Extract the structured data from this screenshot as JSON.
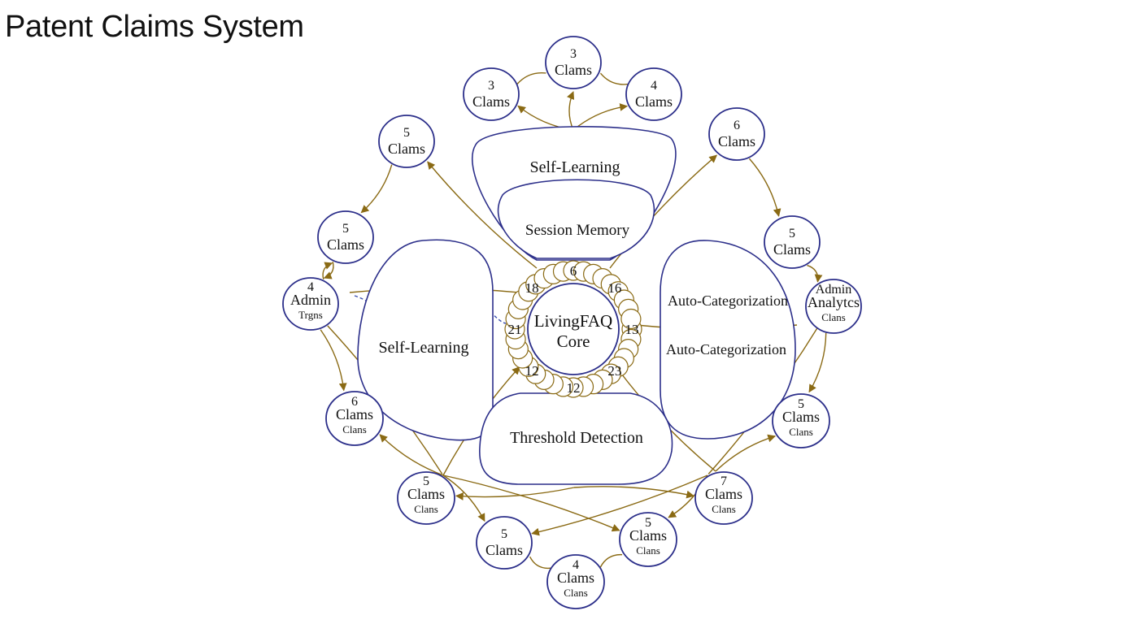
{
  "title": "Patent Claims System",
  "colors": {
    "node_stroke": "#2c2f8a",
    "arrow": "#8a6a14",
    "dashed": "#3a4fb0",
    "text": "#111111"
  },
  "core": {
    "line1": "LivingFAQ",
    "line2": "Core"
  },
  "core_ring": [
    "6",
    "16",
    "13",
    "23",
    "12",
    "12",
    "21",
    "18"
  ],
  "regions": {
    "self_learning_top": "Self-Learning",
    "session_memory": "Session Memory",
    "self_learning_left": "Self-Learning",
    "auto_cat_1": "Auto-Categorization",
    "auto_cat_2": "Auto-Categorization",
    "threshold": "Threshold Detection"
  },
  "claims": [
    {
      "id": "top",
      "lines": [
        "3",
        "Clams"
      ]
    },
    {
      "id": "top-left",
      "lines": [
        "3",
        "Clams"
      ]
    },
    {
      "id": "top-right",
      "lines": [
        "4",
        "Clams"
      ]
    },
    {
      "id": "upper-left",
      "lines": [
        "5",
        "Clams"
      ]
    },
    {
      "id": "left-mid",
      "lines": [
        "5",
        "Clams"
      ]
    },
    {
      "id": "admin-left",
      "lines": [
        "4",
        "Admin",
        "Trgns"
      ]
    },
    {
      "id": "lower-left",
      "lines": [
        "6",
        "Clams",
        "Clans"
      ]
    },
    {
      "id": "upper-right",
      "lines": [
        "6",
        "Clams"
      ]
    },
    {
      "id": "right-mid",
      "lines": [
        "5",
        "Clams"
      ]
    },
    {
      "id": "admin-right",
      "lines": [
        "Admin",
        "Analytcs",
        "Clans"
      ]
    },
    {
      "id": "lower-right",
      "lines": [
        "5",
        "Clams",
        "Clans"
      ]
    },
    {
      "id": "bottom-left",
      "lines": [
        "5",
        "Clams",
        "Clans"
      ]
    },
    {
      "id": "bottom-left-inner",
      "lines": [
        "5",
        "Clams"
      ]
    },
    {
      "id": "bottom",
      "lines": [
        "4",
        "Clams",
        "Clans"
      ]
    },
    {
      "id": "bottom-right-inner",
      "lines": [
        "5",
        "Clams",
        "Clans"
      ]
    },
    {
      "id": "bottom-right",
      "lines": [
        "7",
        "Clams",
        "Clans"
      ]
    }
  ]
}
